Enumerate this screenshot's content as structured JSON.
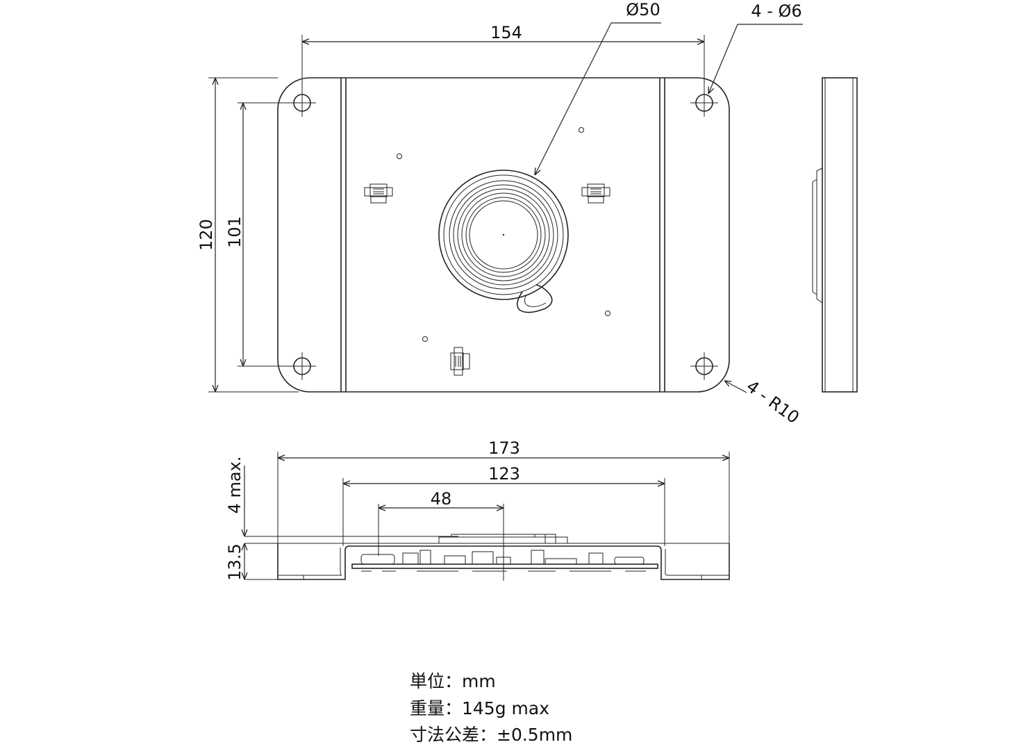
{
  "drawing": {
    "dimensions": {
      "hole_pitch_x": "154",
      "coil_diameter": "Ø50",
      "holes": "4 - Ø6",
      "height_total": "120",
      "hole_pitch_y": "101",
      "corner_radius": "4 - R10",
      "width_total": "173",
      "channel_width": "123",
      "coil_offset": "48",
      "coil_height": "4 max.",
      "thickness": "13.5"
    },
    "notes": [
      "単位：mm",
      "重量：145g max",
      "寸法公差：±0.5mm"
    ]
  }
}
